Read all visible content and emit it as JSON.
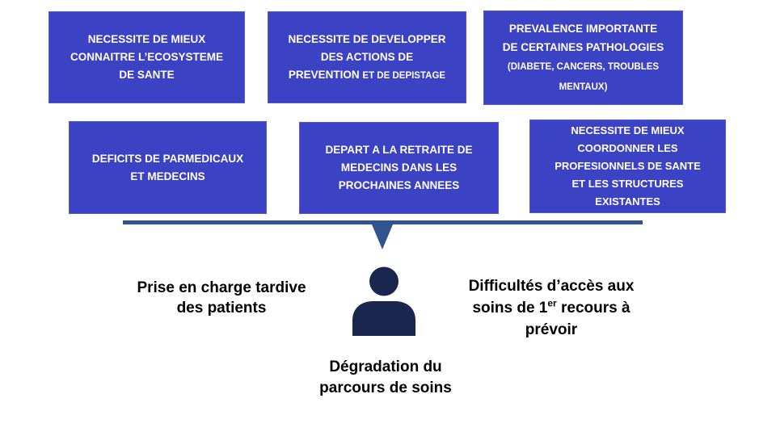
{
  "slide": {
    "background": "#FFFFFF",
    "type": "cause-effect-diagram"
  },
  "colors": {
    "box_fill": "#3B42C3",
    "box_border": "#565CCB",
    "box_text": "#FFFFFF",
    "funnel": "#31548F",
    "person": "#19274F",
    "label_text": "#000000"
  },
  "icons": {
    "person": "person-silhouette-icon",
    "arrow": "arrow-down-icon"
  },
  "factor_boxes": [
    {
      "text": "NECESSITE DE MIEUX\nCONNAITRE L’ECOSYSTEME\nDE SANTE",
      "small": ""
    },
    {
      "text": "NECESSITE DE DEVELOPPER\nDES ACTIONS DE\nPREVENTION ",
      "small": "ET DE DEPISTAGE"
    },
    {
      "text": "PREVALENCE IMPORTANTE\nDE CERTAINES PATHOLOGIES\n",
      "small": "(DIABETE, CANCERS, TROUBLES\nMENTAUX)"
    },
    {
      "text": "DEFICITS DE PARMEDICAUX\nET MEDECINS",
      "small": ""
    },
    {
      "text": "DEPART A LA RETRAITE DE\nMEDECINS DANS LES\nPROCHAINES ANNEES",
      "small": ""
    },
    {
      "text": "NECESSITE DE MIEUX\nCOORDONNER LES\nPROFESIONNELS DE SANTE\nET LES STRUCTURES\nEXISTANTES",
      "small": ""
    }
  ],
  "consequences": {
    "left": "Prise en charge tardive\ndes patients",
    "right_pre": "Difficultés d’accès aux\nsoins de 1",
    "right_sup": "er",
    "right_post": " recours à\nprévoir",
    "bottom": "Dégradation du\nparcours de soins"
  }
}
